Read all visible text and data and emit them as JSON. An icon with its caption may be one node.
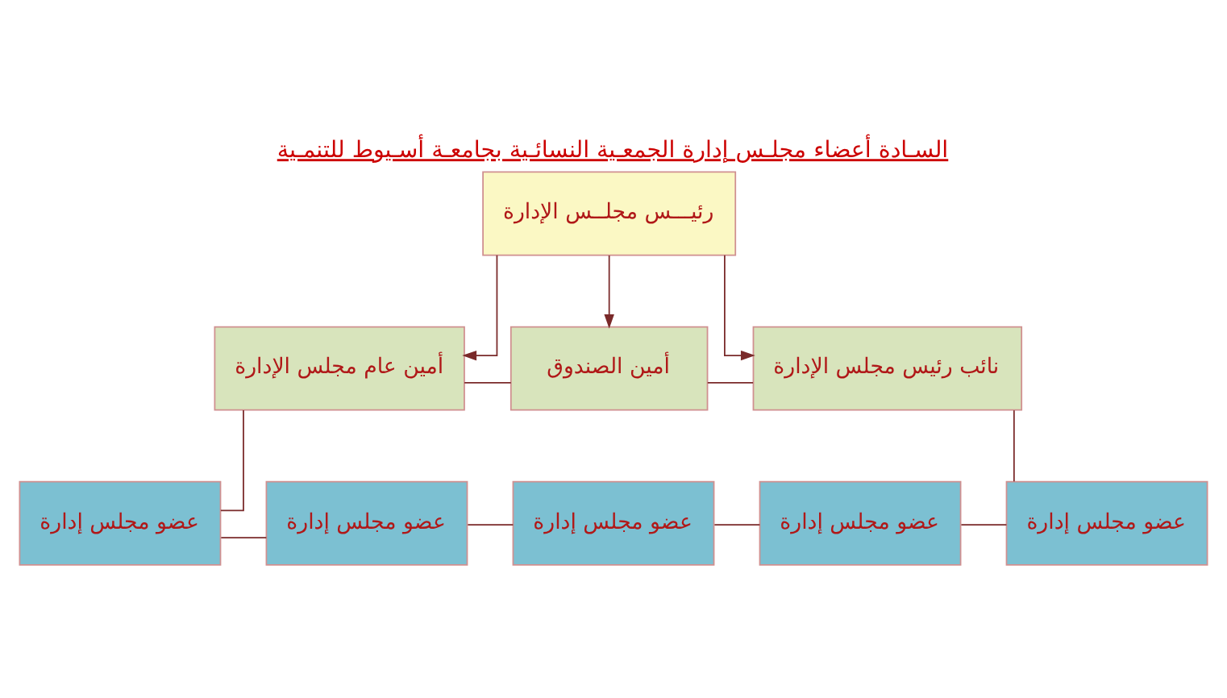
{
  "diagram": {
    "title": "السـادة أعضاء مجلـس إدارة الجمعـية النسائـية بجامعـة أسـيوط للتنمـية",
    "nodes": [
      {
        "text": [
          "رئيـــس مجلــس الإدارة"
        ]
      },
      {
        "text": [
          "أمين عام مجلس الإدارة"
        ]
      },
      {
        "text": [
          "أمين الصندوق"
        ]
      },
      {
        "text": [
          "نائب رئيس مجلس الإدارة"
        ]
      },
      {
        "text": [
          "عضو مجلس إدارة"
        ]
      },
      {
        "text": [
          "عضو مجلس إدارة"
        ]
      },
      {
        "text": [
          "عضو مجلس إدارة"
        ]
      },
      {
        "text": [
          "عضو مجلس إدارة"
        ]
      },
      {
        "text": [
          "عضو مجلس إدارة"
        ]
      }
    ],
    "edges": [
      {
        "from": 0,
        "to": 1,
        "arrow": "to"
      },
      {
        "from": 0,
        "to": 2,
        "arrow": "to"
      },
      {
        "from": 0,
        "to": 3,
        "arrow": "to"
      },
      {
        "from": 1,
        "to": 2,
        "arrow": "none"
      },
      {
        "from": 2,
        "to": 3,
        "arrow": "none"
      },
      {
        "from": 1,
        "to": 4,
        "arrow": "none"
      },
      {
        "from": 3,
        "to": 8,
        "arrow": "none"
      },
      {
        "from": 4,
        "to": 5,
        "arrow": "none"
      },
      {
        "from": 5,
        "to": 6,
        "arrow": "none"
      },
      {
        "from": 6,
        "to": 7,
        "arrow": "none"
      },
      {
        "from": 7,
        "to": 8,
        "arrow": "none"
      }
    ]
  }
}
